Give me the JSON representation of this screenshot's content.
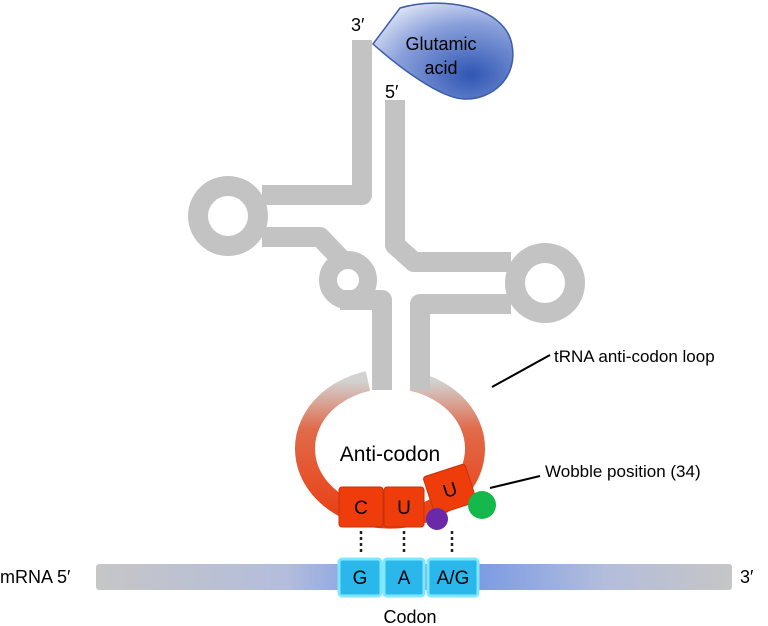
{
  "trna": {
    "three_prime_label": "3′",
    "five_prime_label": "5′",
    "amino_acid_line1": "Glutamic",
    "amino_acid_line2": "acid"
  },
  "labels": {
    "anticodon_loop": "tRNA anti-codon loop",
    "anticodon": "Anti-codon",
    "wobble_position": "Wobble position (34)",
    "codon": "Codon"
  },
  "anticodon_bases": [
    "C",
    "U",
    "U"
  ],
  "codon_bases": [
    "G",
    "A",
    "A/G"
  ],
  "mrna": {
    "five_prime_label": "mRNA 5′",
    "three_prime_label": "3′"
  },
  "colors": {
    "trna_backbone": "#c3c3c3",
    "loop_red": "#e8431c",
    "anticodon_box": "#ee3d0b",
    "codon_box": "#29b7ec",
    "codon_border": "#7fe7ff",
    "mrna_gray": "#c4c4c4",
    "mrna_blue": "#8ea6e6",
    "amino_acid_fill": "#3f64b8",
    "wobble_green": "#15b84b",
    "wobble_purple": "#6a2aa8"
  }
}
